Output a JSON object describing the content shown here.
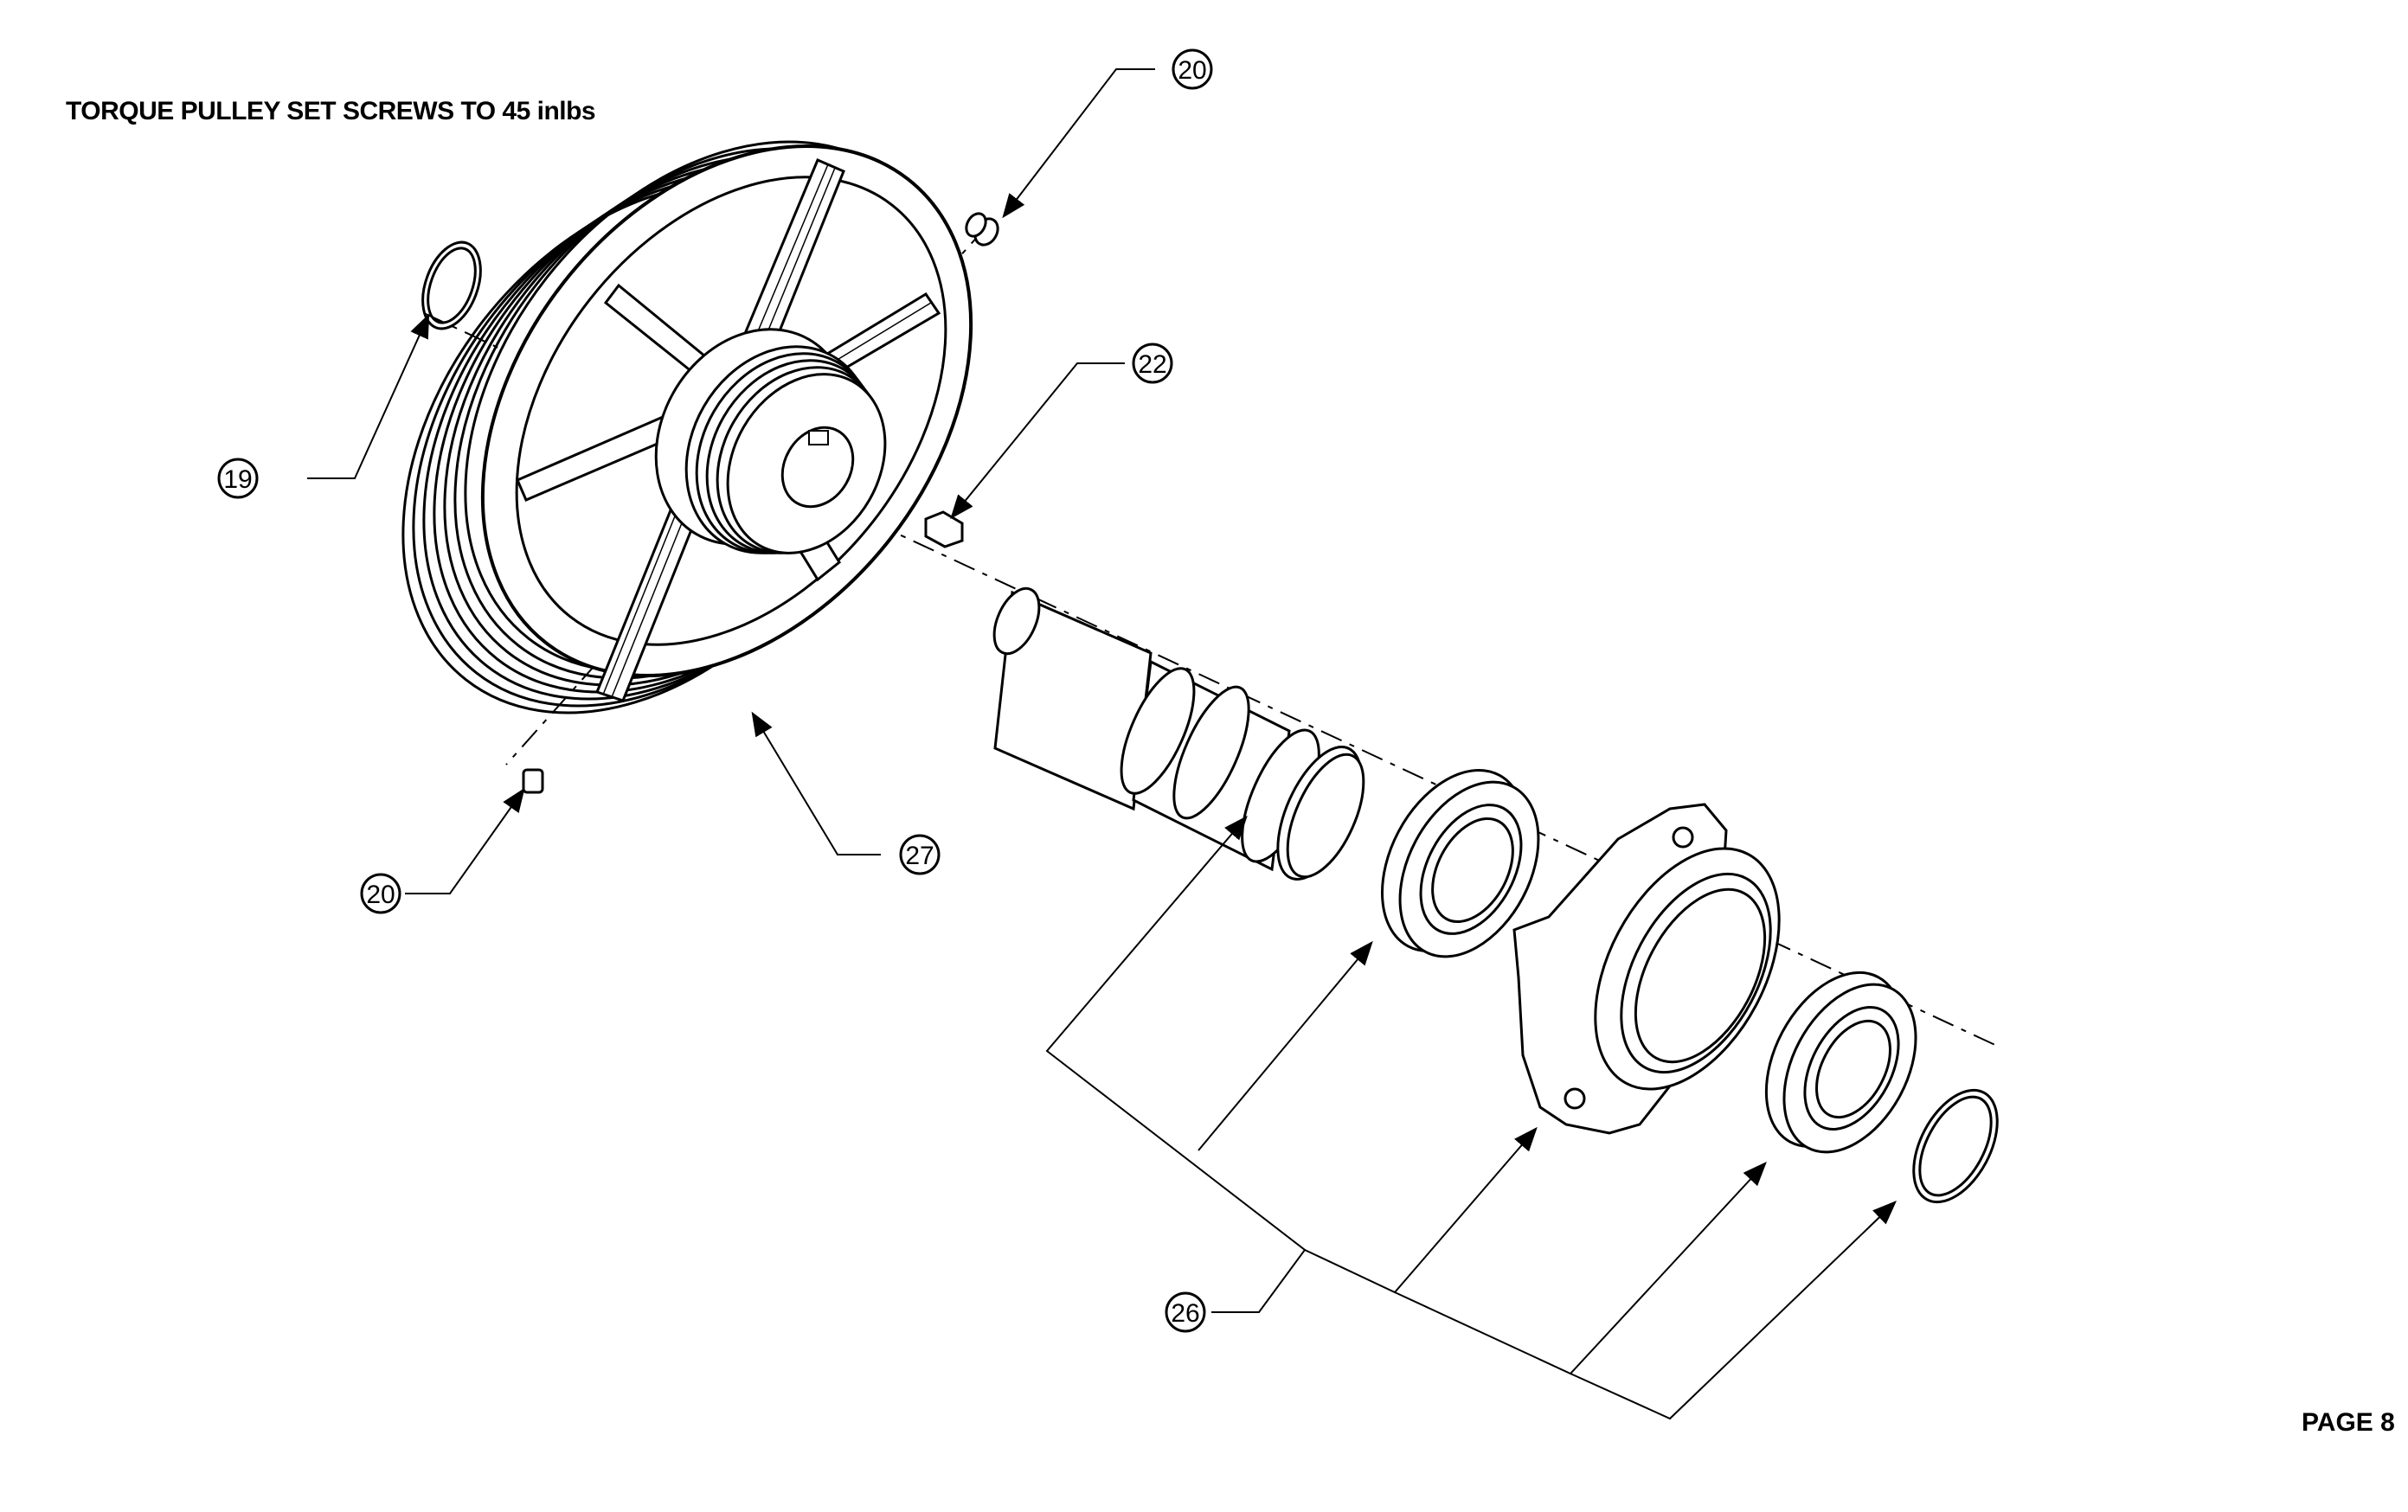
{
  "note": "TORQUE PULLEY SET SCREWS TO 45 inlbs",
  "page": "PAGE 8",
  "callouts": {
    "c19": "19",
    "c20_top": "20",
    "c20_bottom": "20",
    "c22": "22",
    "c26": "26",
    "c27": "27"
  }
}
